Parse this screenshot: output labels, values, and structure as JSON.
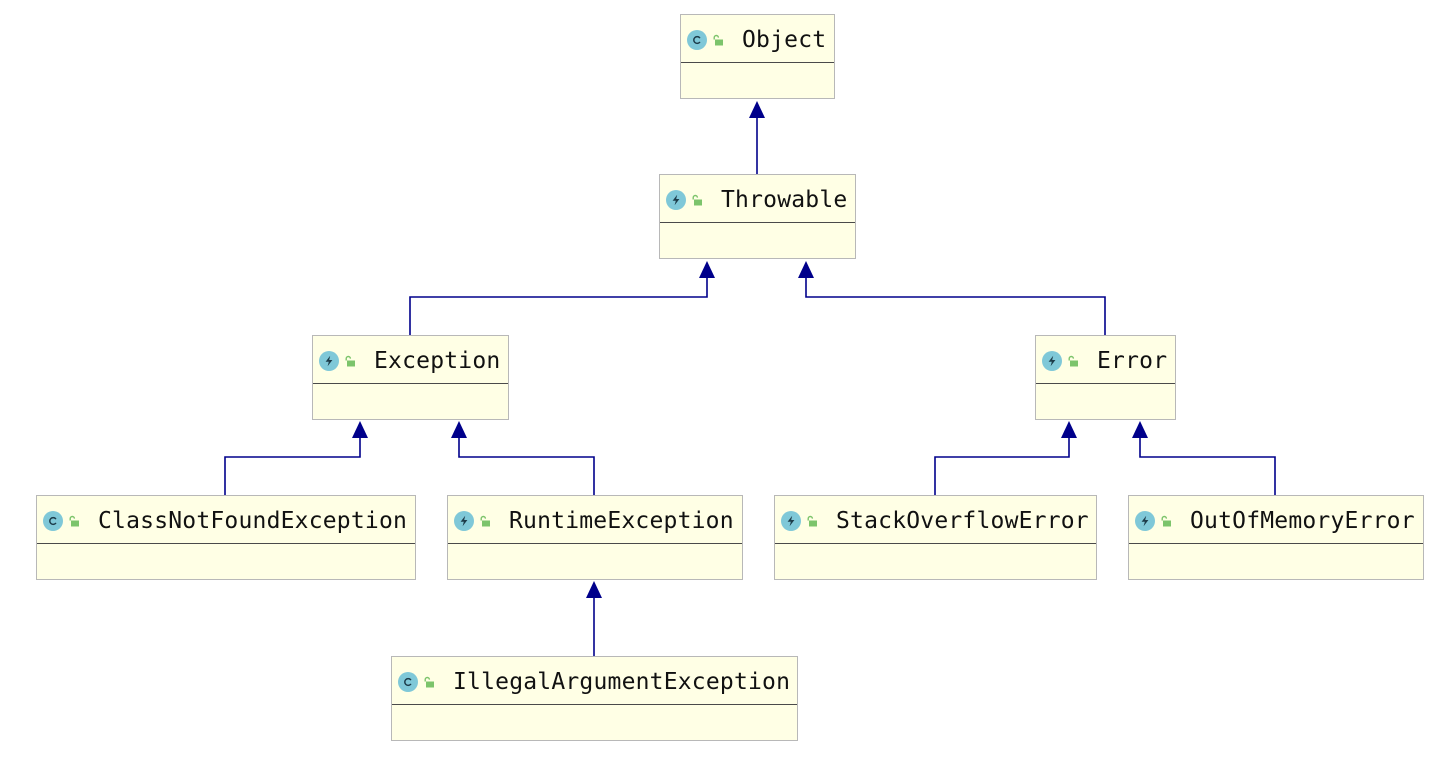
{
  "colors": {
    "edge": "#00008b",
    "node_fill": "#ffffe5",
    "node_border": "#b8b8b8",
    "class_icon": "#7fc8d8",
    "lock_icon": "#7cc46b"
  },
  "nodes": {
    "object": {
      "label": "Object",
      "kind": "class"
    },
    "throwable": {
      "label": "Throwable",
      "kind": "exception"
    },
    "exception": {
      "label": "Exception",
      "kind": "exception"
    },
    "error": {
      "label": "Error",
      "kind": "exception"
    },
    "classnotfound": {
      "label": "ClassNotFoundException",
      "kind": "class"
    },
    "runtime": {
      "label": "RuntimeException",
      "kind": "exception"
    },
    "stackoverflow": {
      "label": "StackOverflowError",
      "kind": "exception"
    },
    "outofmemory": {
      "label": "OutOfMemoryError",
      "kind": "exception"
    },
    "illegalargument": {
      "label": "IllegalArgumentException",
      "kind": "class"
    }
  },
  "edges": [
    {
      "from": "throwable",
      "to": "object"
    },
    {
      "from": "exception",
      "to": "throwable"
    },
    {
      "from": "error",
      "to": "throwable"
    },
    {
      "from": "classnotfound",
      "to": "exception"
    },
    {
      "from": "runtime",
      "to": "exception"
    },
    {
      "from": "stackoverflow",
      "to": "error"
    },
    {
      "from": "outofmemory",
      "to": "error"
    },
    {
      "from": "illegalargument",
      "to": "runtime"
    }
  ]
}
